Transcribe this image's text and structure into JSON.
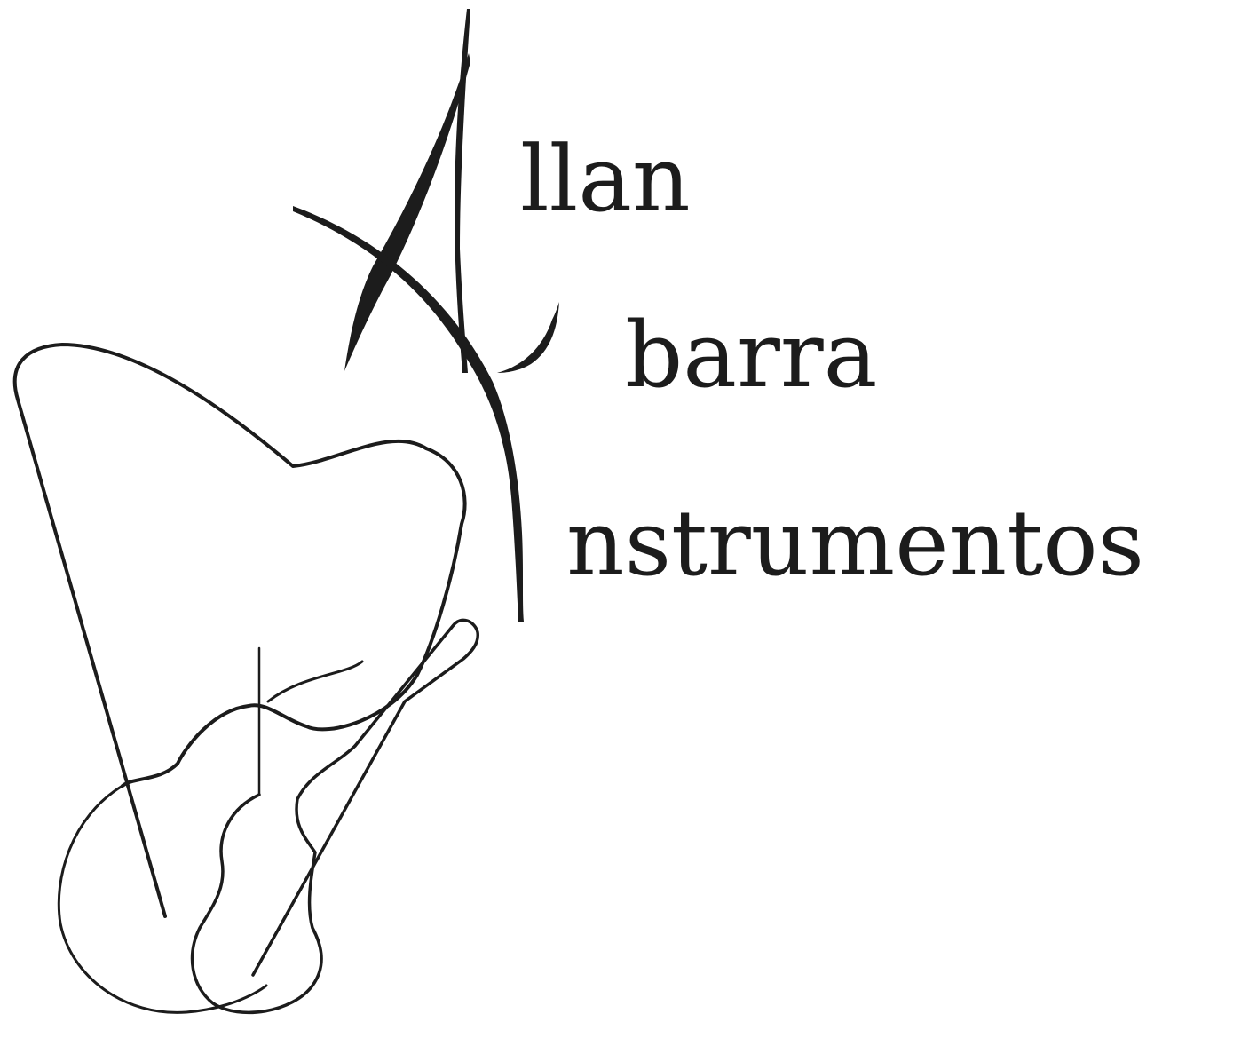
{
  "logo": {
    "name_line_1": "llan",
    "name_line_2": "barra",
    "name_line_3": "nstrumentos",
    "ink_color": "#1c1c1c",
    "background_color": "#ffffff",
    "monogram": "A I (calligraphic strokes)",
    "illustration": [
      "harp-outline",
      "guitar-outline"
    ]
  }
}
